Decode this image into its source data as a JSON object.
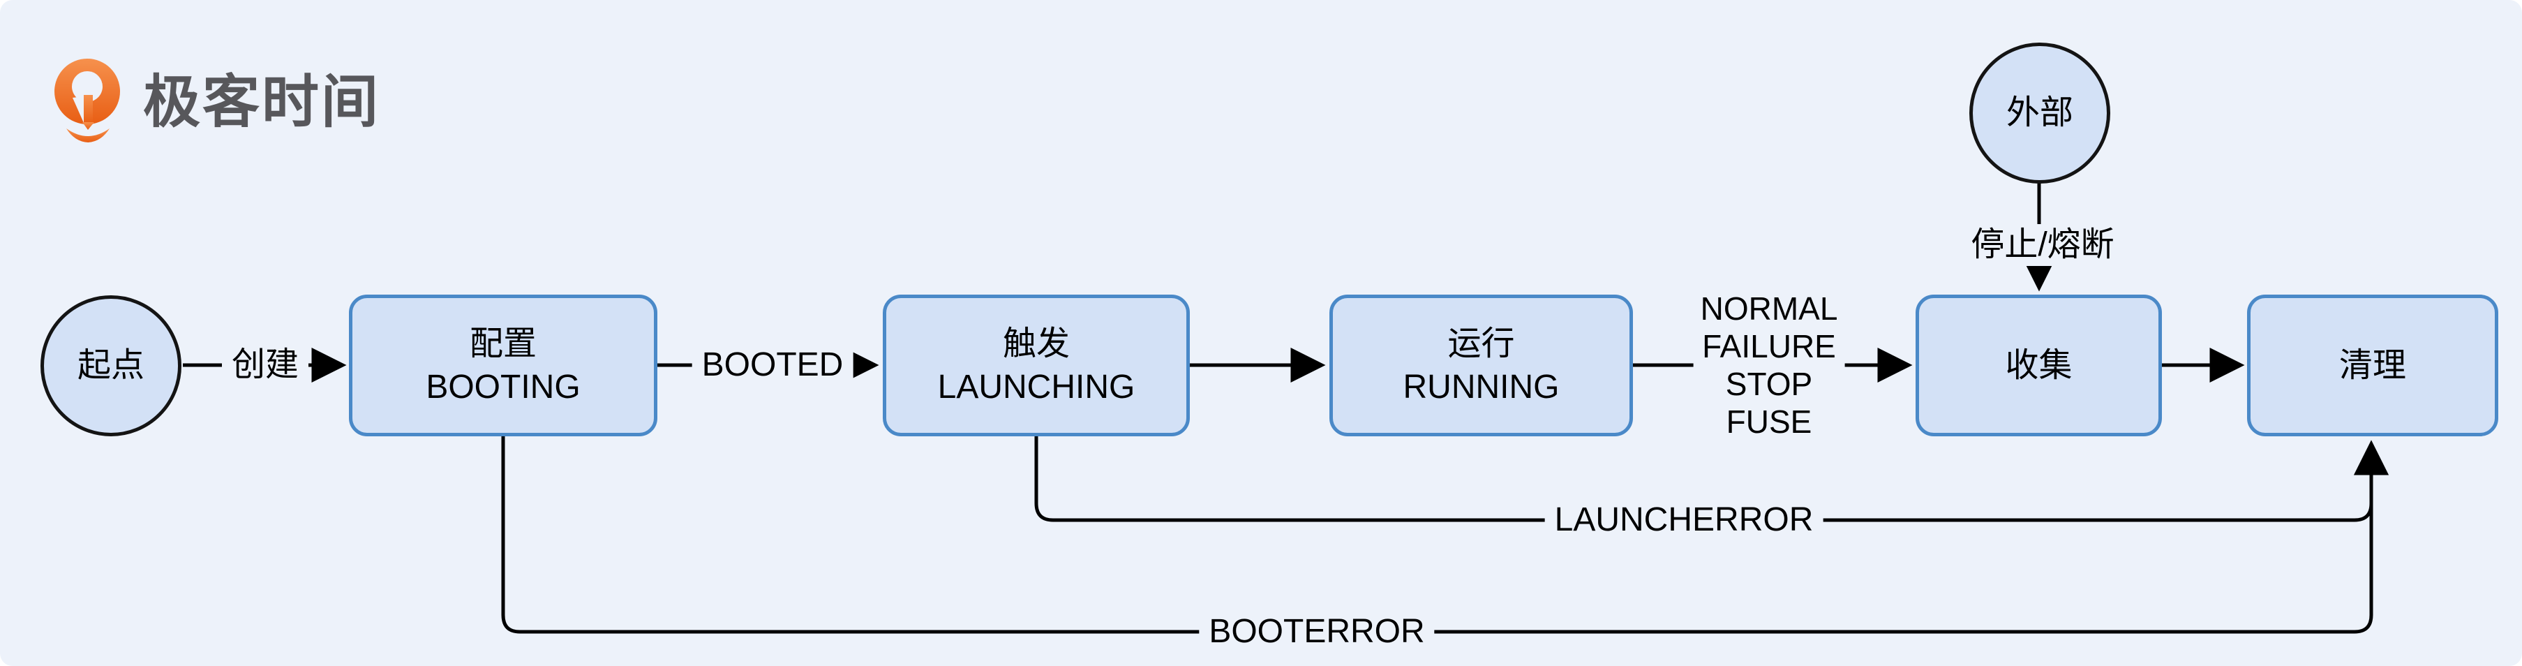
{
  "theme": {
    "bg": "#edf2fa",
    "node-fill": "#d3e1f6",
    "node-border": "#4a89c8",
    "circle-border": "#141414",
    "line": "#000000",
    "text": "#000000",
    "brand-orange": "#ef6c23",
    "brand-gray": "#57575b"
  },
  "logo": {
    "brand": "极客时间"
  },
  "diagram": {
    "nodes": {
      "start": {
        "label": "起点"
      },
      "external": {
        "label": "外部"
      },
      "booting": {
        "zh": "配置",
        "en": "BOOTING"
      },
      "launching": {
        "zh": "触发",
        "en": "LAUNCHING"
      },
      "running": {
        "zh": "运行",
        "en": "RUNNING"
      },
      "collect": {
        "label": "收集"
      },
      "cleanup": {
        "label": "清理"
      }
    },
    "edges": {
      "create": {
        "label": "创建"
      },
      "booted": {
        "label": "BOOTED"
      },
      "run_result": {
        "lines": [
          "NORMAL",
          "FAILURE",
          "STOP",
          "FUSE"
        ]
      },
      "stop_fuse": {
        "label": "停止/熔断"
      },
      "launcherror": {
        "label": "LAUNCHERROR"
      },
      "booterror": {
        "label": "BOOTERROR"
      }
    }
  }
}
